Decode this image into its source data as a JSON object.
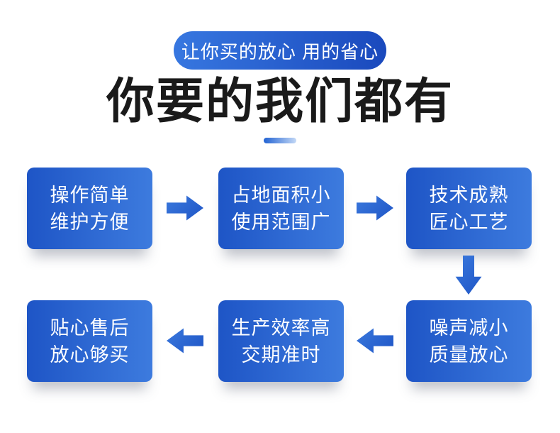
{
  "banner": {
    "label": "让你买的放心 用的省心"
  },
  "heading": {
    "title": "你要的我们都有"
  },
  "flow": {
    "top_row": [
      {
        "line1": "操作简单",
        "line2": "维护方便"
      },
      {
        "line1": "占地面积小",
        "line2": "使用范围广"
      },
      {
        "line1": "技术成熟",
        "line2": "匠心工艺"
      }
    ],
    "bottom_row": [
      {
        "line1": "贴心售后",
        "line2": "放心够买"
      },
      {
        "line1": "生产效率高",
        "line2": "交期准时"
      },
      {
        "line1": "噪声减小",
        "line2": "质量放心"
      }
    ]
  },
  "colors": {
    "background": "#FFFFFF",
    "banner_gradient_start": "#3777E0",
    "banner_gradient_end": "#1A49BD",
    "heading_text": "#1A1A1A",
    "dash_gradient_start": "#2263D3",
    "dash_gradient_end": "#C3D8F6",
    "box_gradient_start": "#1E55C6",
    "box_gradient_end": "#3D7BDE",
    "box_text": "#FFFFFF",
    "arrow_gradient_start": "#3B79DD",
    "arrow_gradient_end": "#1E55C6"
  }
}
